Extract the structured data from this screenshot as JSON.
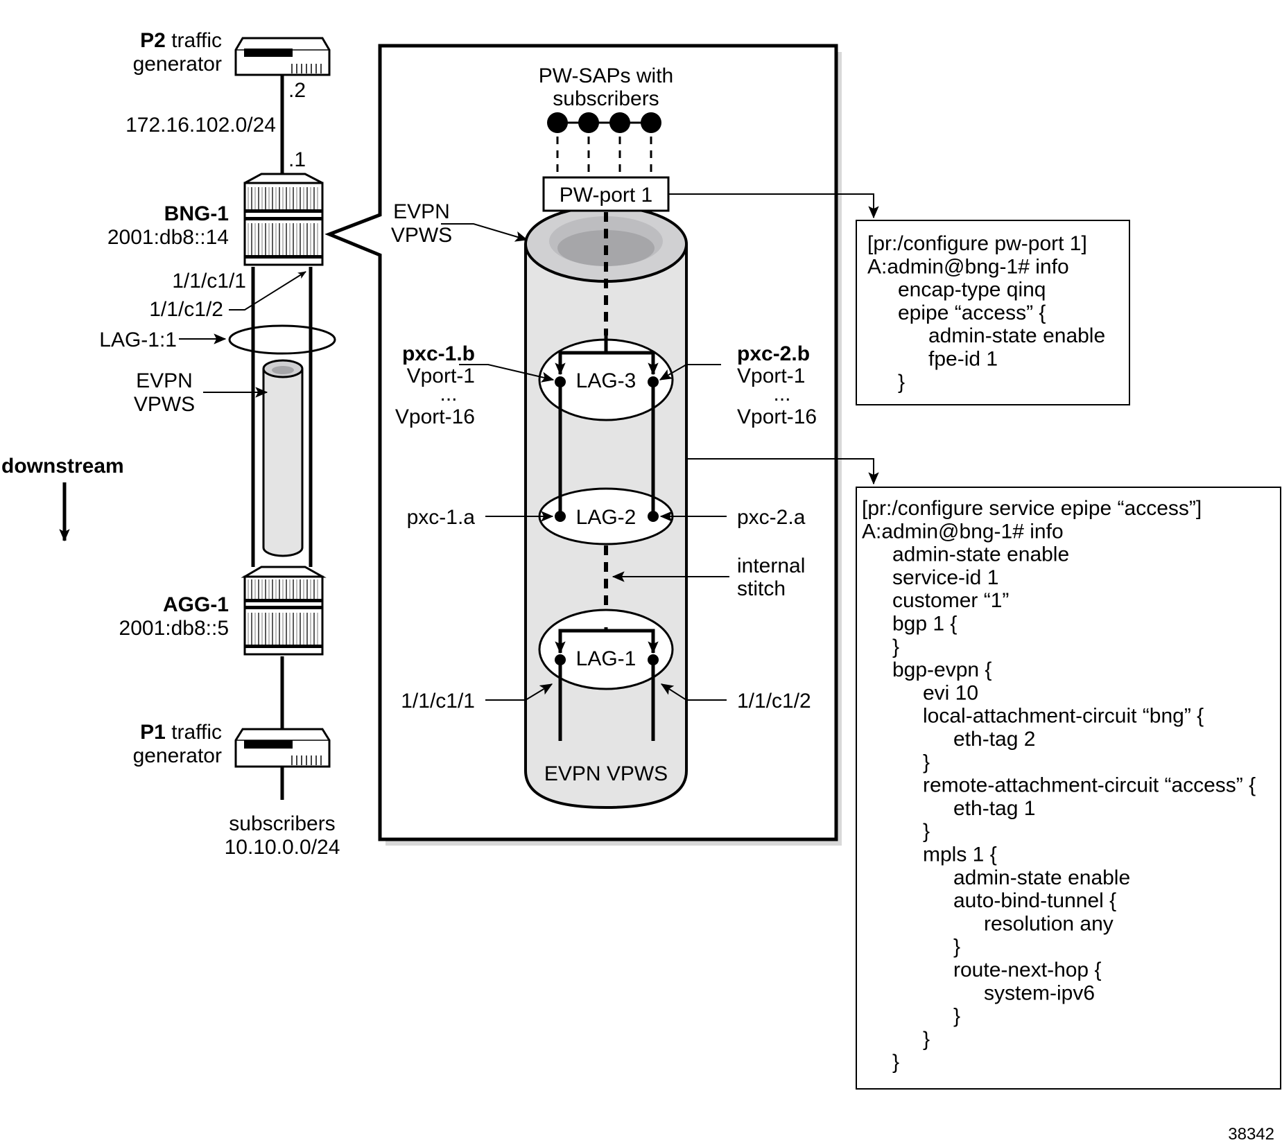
{
  "left": {
    "p2": {
      "name": "P2",
      "suffix": " traffic",
      "line2": "generator"
    },
    "p2_link": {
      "subnet": "172.16.102.0/24",
      "end_top": ".2",
      "end_bottom": ".1"
    },
    "bng": {
      "name": "BNG-1",
      "address": "2001:db8::14"
    },
    "ports": {
      "port1": "1/1/c1/1",
      "port2": "1/1/c1/2"
    },
    "lag": "LAG-1:1",
    "evpn": {
      "line1": "EVPN",
      "line2": "VPWS"
    },
    "direction": "downstream",
    "agg": {
      "name": "AGG-1",
      "address": "2001:db8::5"
    },
    "p1": {
      "name": "P1",
      "suffix": " traffic",
      "line2": "generator"
    },
    "subscribers": {
      "line1": "subscribers",
      "line2": "10.10.0.0/24"
    }
  },
  "detail": {
    "pw_saps": {
      "line1": "PW-SAPs with",
      "line2": "subscribers",
      "count": 4
    },
    "pw_port": "PW-port 1",
    "evpn_top": {
      "line1": "EVPN",
      "line2": "VPWS"
    },
    "evpn_bottom": "EVPN VPWS",
    "lag3": "LAG-3",
    "lag2": "LAG-2",
    "lag1": "LAG-1",
    "pxc1b": {
      "name": "pxc-1.b",
      "v1": "Vport-1",
      "dots": "...",
      "v16": "Vport-16"
    },
    "pxc2b": {
      "name": "pxc-2.b",
      "v1": "Vport-1",
      "dots": "...",
      "v16": "Vport-16"
    },
    "pxc1a": "pxc-1.a",
    "pxc2a": "pxc-2.a",
    "stitch": {
      "line1": "internal",
      "line2": "stitch"
    },
    "port_left": "1/1/c1/1",
    "port_right": "1/1/c1/2"
  },
  "config_pw_port": [
    "[pr:/configure pw-port 1]",
    "A:admin@bng-1# info",
    "    encap-type qinq",
    "    epipe “access” {",
    "        admin-state enable",
    "        fpe-id 1",
    "    }"
  ],
  "config_epipe": [
    "[pr:/configure service epipe “access”]",
    "A:admin@bng-1# info",
    "    admin-state enable",
    "    service-id 1",
    "    customer “1”",
    "    bgp 1 {",
    "    }",
    "    bgp-evpn {",
    "        evi 10",
    "        local-attachment-circuit “bng” {",
    "            eth-tag 2",
    "        }",
    "        remote-attachment-circuit “access” {",
    "            eth-tag 1",
    "        }",
    "        mpls 1 {",
    "            admin-state enable",
    "            auto-bind-tunnel {",
    "                resolution any",
    "            }",
    "            route-next-hop {",
    "                system-ipv6",
    "            }",
    "        }",
    "    }"
  ],
  "figure_id": "38342",
  "colors": {
    "tube_fill": "#e4e4e4",
    "tube_rim": "#d0d0d2",
    "tube_inner1": "#bdbdc0",
    "tube_inner2": "#a6a6a9",
    "shadow": "#d8d8d8",
    "stroke": "#000000"
  }
}
